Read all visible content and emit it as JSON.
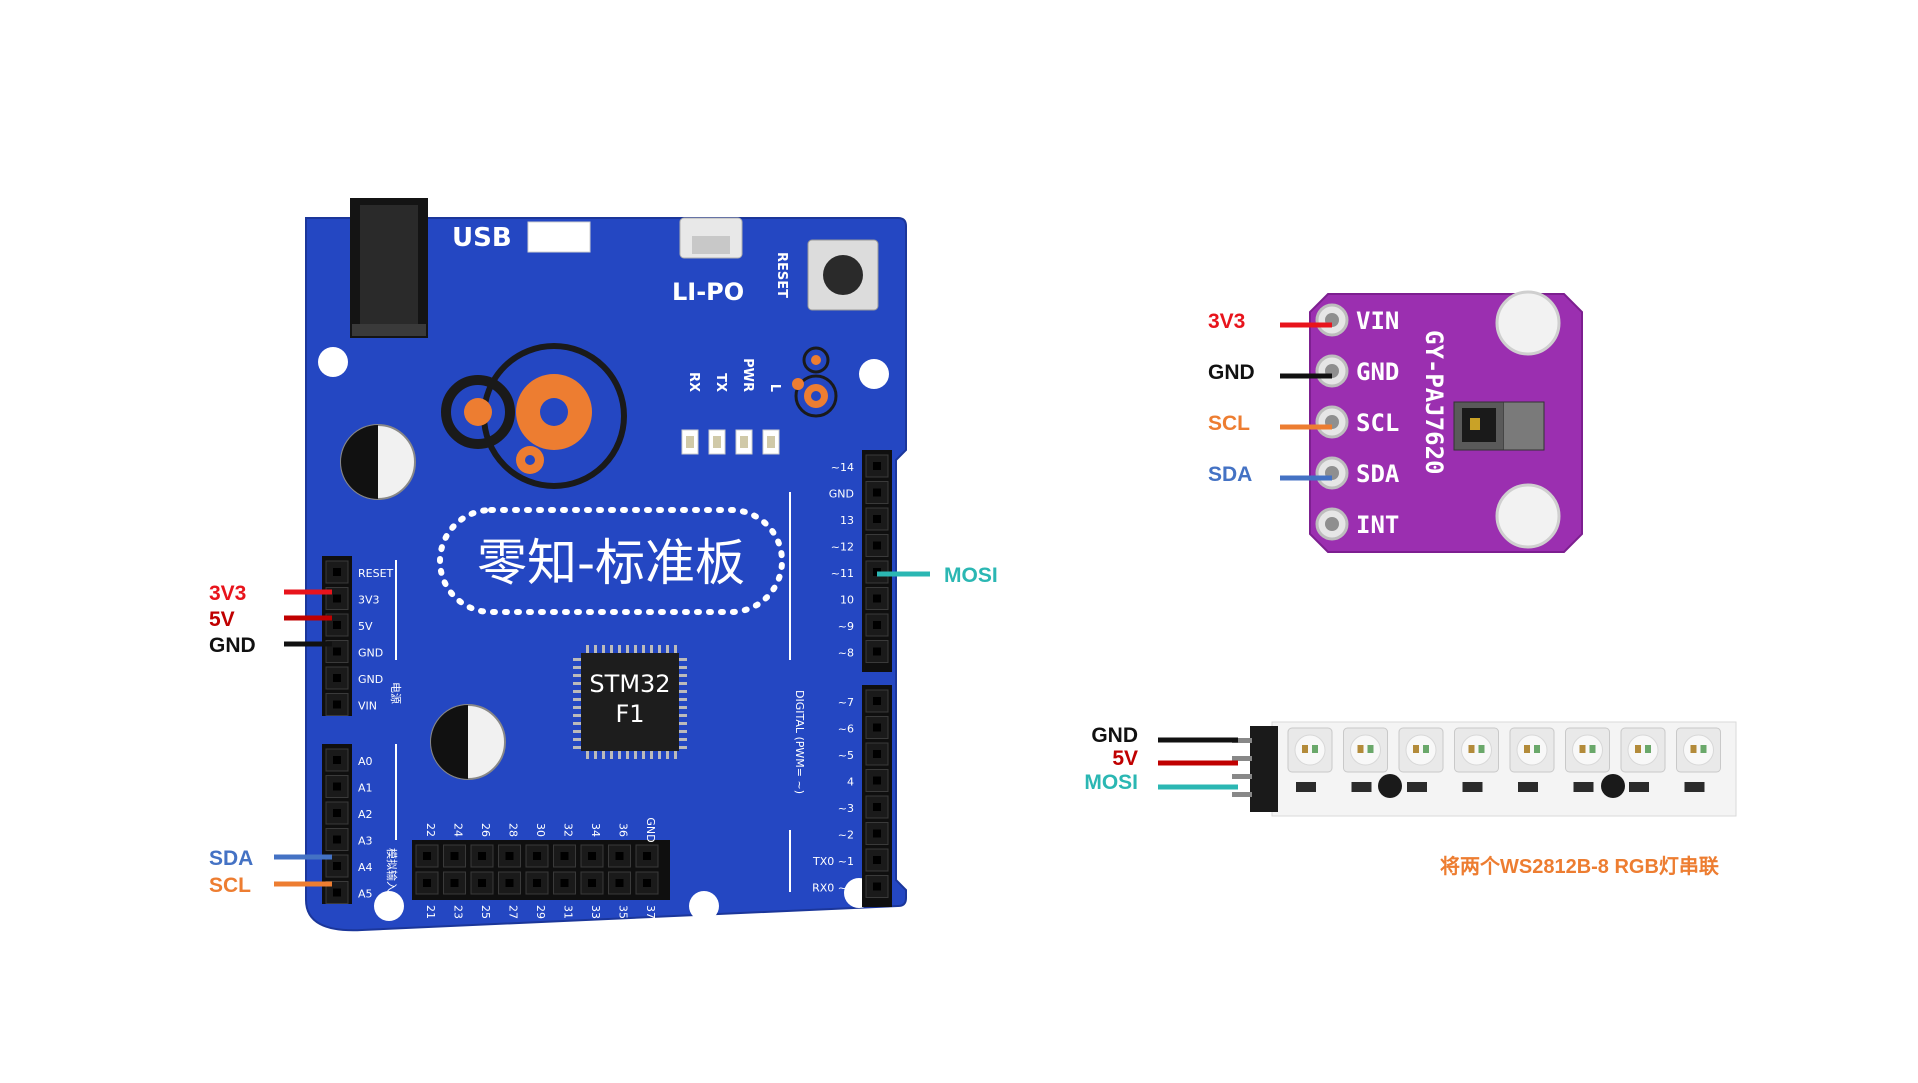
{
  "colors": {
    "red": "#e8141c",
    "dark_red": "#c00000",
    "black": "#111111",
    "orange": "#ed7d31",
    "blue": "#4472c4",
    "teal": "#2bb7b3",
    "board_blue": "#2447c2",
    "sensor_purple": "#9b2fb0",
    "caption": "#ed7d31"
  },
  "main_board": {
    "usb_label": "USB",
    "lipo_label": "LI-PO",
    "reset_label": "RESET",
    "led_labels": [
      "RX",
      "TX",
      "PWR",
      "L"
    ],
    "board_name": "零知-标准板",
    "chip_line1": "STM32",
    "chip_line2": "F1",
    "power_header": [
      "RESET",
      "3V3",
      "5V",
      "GND",
      "GND",
      "VIN"
    ],
    "power_header_side_label": "电源",
    "analog_header": [
      "A0",
      "A1",
      "A2",
      "A3",
      "A4",
      "A5"
    ],
    "analog_header_side_label": "模拟输入",
    "digital_header_top": [
      "~14",
      "GND",
      "13",
      "~12",
      "~11",
      "10",
      "~9",
      "~8"
    ],
    "digital_header_bottom": [
      "~7",
      "~6",
      "~5",
      "4",
      "~3",
      "~2",
      "TX0 ~1",
      "RX0 ~0"
    ],
    "digital_label": "DIGITAL (PWM= ~)",
    "bottom_header_top": [
      "22",
      "24",
      "26",
      "28",
      "30",
      "32",
      "34",
      "36",
      "GND"
    ],
    "bottom_header_bottom": [
      "21",
      "23",
      "25",
      "27",
      "29",
      "31",
      "33",
      "35",
      "37"
    ]
  },
  "board_connections": {
    "left": [
      {
        "label": "3V3",
        "color": "red"
      },
      {
        "label": "5V",
        "color": "dark_red"
      },
      {
        "label": "GND",
        "color": "black"
      }
    ],
    "left_analog": [
      {
        "label": "SDA",
        "color": "blue"
      },
      {
        "label": "SCL",
        "color": "orange"
      }
    ],
    "right": {
      "label": "MOSI",
      "color": "teal"
    }
  },
  "sensor": {
    "model": "GY-PAJ7620",
    "pins": [
      "VIN",
      "GND",
      "SCL",
      "SDA",
      "INT"
    ],
    "connections": [
      {
        "label": "3V3",
        "color": "red"
      },
      {
        "label": "GND",
        "color": "black"
      },
      {
        "label": "SCL",
        "color": "orange"
      },
      {
        "label": "SDA",
        "color": "blue"
      }
    ]
  },
  "led_strip": {
    "led_count": 8,
    "connections": [
      {
        "label": "GND",
        "color": "black"
      },
      {
        "label": "5V",
        "color": "dark_red"
      },
      {
        "label": "MOSI",
        "color": "teal"
      }
    ],
    "caption": "将两个WS2812B-8 RGB灯串联"
  }
}
